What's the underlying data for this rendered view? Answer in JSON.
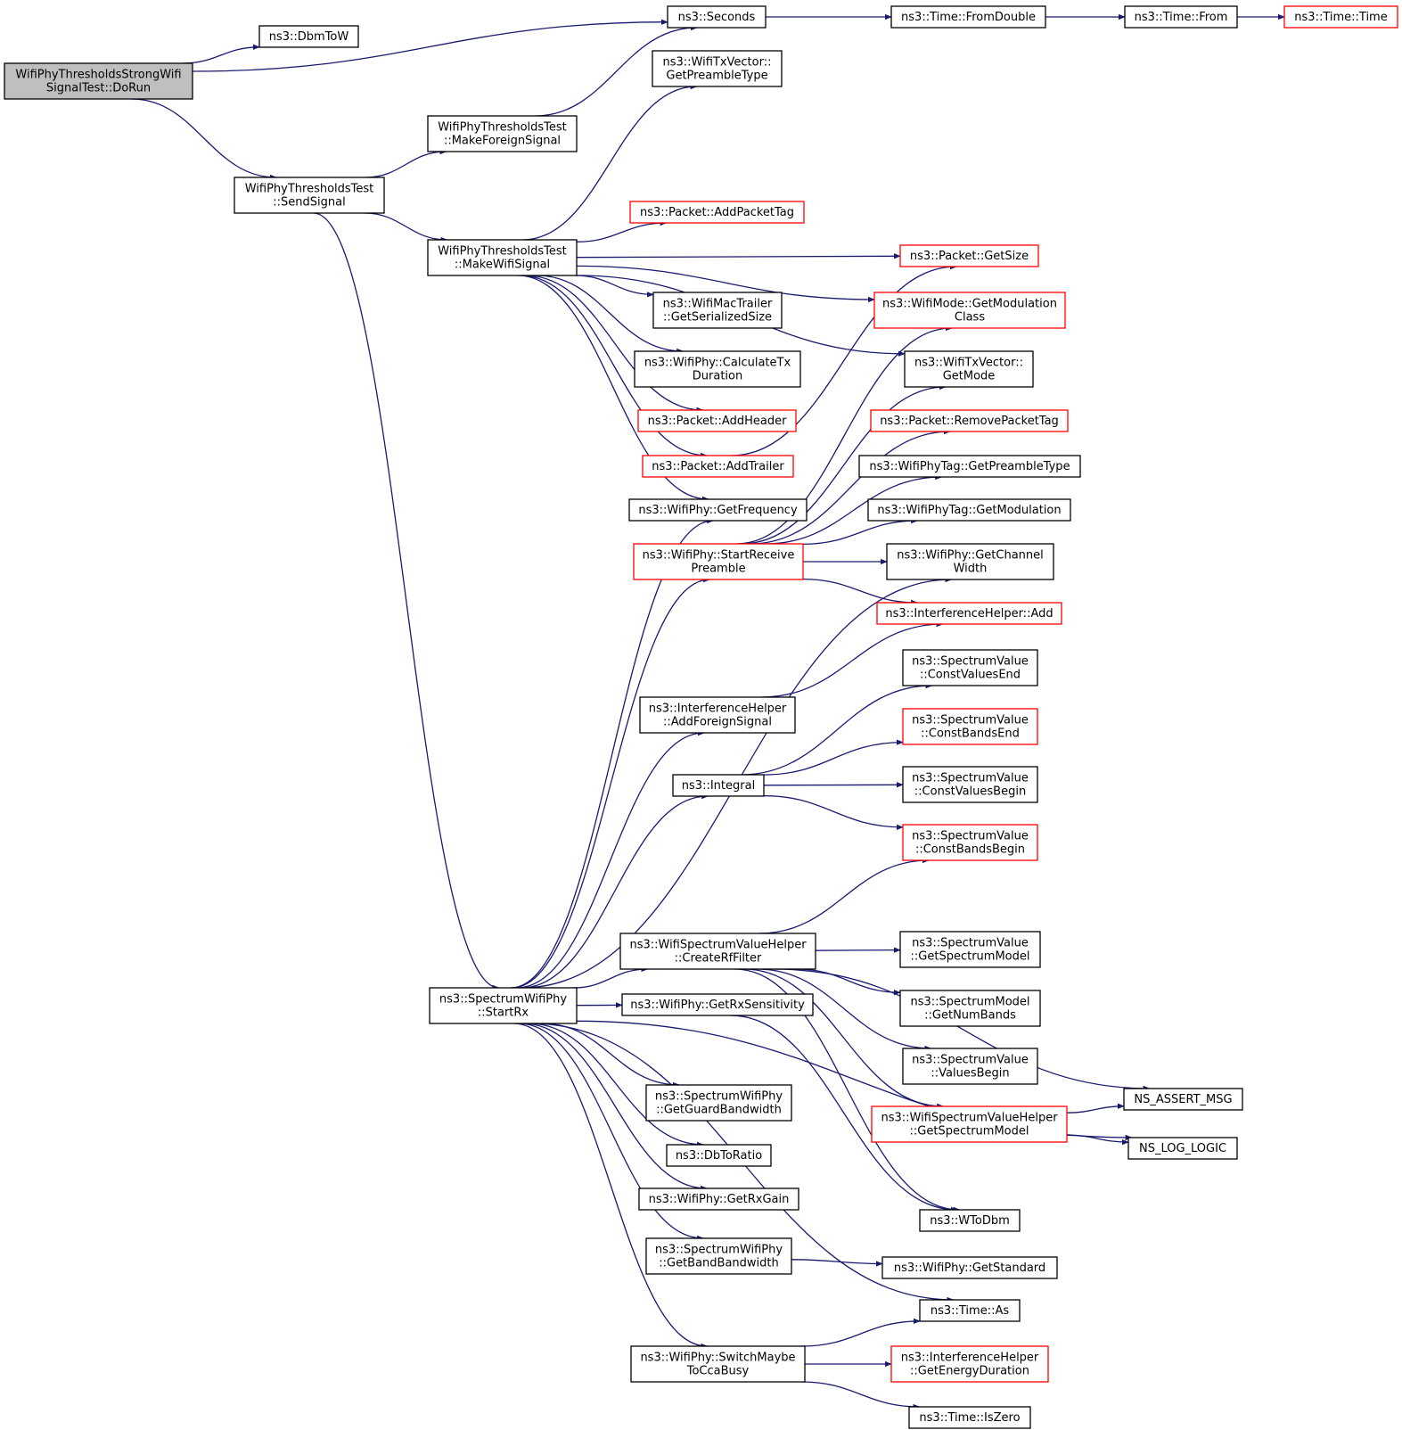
{
  "diagram": {
    "edge_color": "#191970",
    "highlight_color": "#ff0000",
    "root_fill": "#bfbfbf",
    "nodes": [
      {
        "id": "dorun",
        "lines": [
          "WifiPhyThresholdsStrongWifi",
          "SignalTest::DoRun"
        ],
        "style": "root"
      },
      {
        "id": "dbmtow",
        "lines": [
          "ns3::DbmToW"
        ],
        "style": "normal"
      },
      {
        "id": "seconds",
        "lines": [
          "ns3::Seconds"
        ],
        "style": "normal"
      },
      {
        "id": "fromdouble",
        "lines": [
          "ns3::Time::FromDouble"
        ],
        "style": "normal"
      },
      {
        "id": "timefrom",
        "lines": [
          "ns3::Time::From"
        ],
        "style": "normal"
      },
      {
        "id": "timetime",
        "lines": [
          "ns3::Time::Time"
        ],
        "style": "red"
      },
      {
        "id": "sendsignal",
        "lines": [
          "WifiPhyThresholdsTest",
          "::SendSignal"
        ],
        "style": "normal"
      },
      {
        "id": "makeforeign",
        "lines": [
          "WifiPhyThresholdsTest",
          "::MakeForeignSignal"
        ],
        "style": "normal"
      },
      {
        "id": "makewifi",
        "lines": [
          "WifiPhyThresholdsTest",
          "::MakeWifiSignal"
        ],
        "style": "normal"
      },
      {
        "id": "getpreambletype",
        "lines": [
          "ns3::WifiTxVector::",
          "GetPreambleType"
        ],
        "style": "normal"
      },
      {
        "id": "addpackettag",
        "lines": [
          "ns3::Packet::AddPacketTag"
        ],
        "style": "red"
      },
      {
        "id": "getsize",
        "lines": [
          "ns3::Packet::GetSize"
        ],
        "style": "red"
      },
      {
        "id": "getmodclass",
        "lines": [
          "ns3::WifiMode::GetModulation",
          "Class"
        ],
        "style": "red"
      },
      {
        "id": "macsersize",
        "lines": [
          "ns3::WifiMacTrailer",
          "::GetSerializedSize"
        ],
        "style": "normal"
      },
      {
        "id": "calctx",
        "lines": [
          "ns3::WifiPhy::CalculateTx",
          "Duration"
        ],
        "style": "normal"
      },
      {
        "id": "getmode",
        "lines": [
          "ns3::WifiTxVector::",
          "GetMode"
        ],
        "style": "normal"
      },
      {
        "id": "addheader",
        "lines": [
          "ns3::Packet::AddHeader"
        ],
        "style": "red"
      },
      {
        "id": "removepackettag",
        "lines": [
          "ns3::Packet::RemovePacketTag"
        ],
        "style": "red"
      },
      {
        "id": "addtrailer",
        "lines": [
          "ns3::Packet::AddTrailer"
        ],
        "style": "red"
      },
      {
        "id": "tagpreamble",
        "lines": [
          "ns3::WifiPhyTag::GetPreambleType"
        ],
        "style": "normal"
      },
      {
        "id": "getfrequency",
        "lines": [
          "ns3::WifiPhy::GetFrequency"
        ],
        "style": "normal"
      },
      {
        "id": "tagmodulation",
        "lines": [
          "ns3::WifiPhyTag::GetModulation"
        ],
        "style": "normal"
      },
      {
        "id": "startreceive",
        "lines": [
          "ns3::WifiPhy::StartReceive",
          "Preamble"
        ],
        "style": "red"
      },
      {
        "id": "getchannelwidth",
        "lines": [
          "ns3::WifiPhy::GetChannel",
          "Width"
        ],
        "style": "normal"
      },
      {
        "id": "interfadd",
        "lines": [
          "ns3::InterferenceHelper::Add"
        ],
        "style": "red"
      },
      {
        "id": "constvaluesend",
        "lines": [
          "ns3::SpectrumValue",
          "::ConstValuesEnd"
        ],
        "style": "normal"
      },
      {
        "id": "addforeign",
        "lines": [
          "ns3::InterferenceHelper",
          "::AddForeignSignal"
        ],
        "style": "normal"
      },
      {
        "id": "constbandsend",
        "lines": [
          "ns3::SpectrumValue",
          "::ConstBandsEnd"
        ],
        "style": "red"
      },
      {
        "id": "integral",
        "lines": [
          "ns3::Integral"
        ],
        "style": "normal"
      },
      {
        "id": "constvaluesbegin",
        "lines": [
          "ns3::SpectrumValue",
          "::ConstValuesBegin"
        ],
        "style": "normal"
      },
      {
        "id": "constbandsbegin",
        "lines": [
          "ns3::SpectrumValue",
          "::ConstBandsBegin"
        ],
        "style": "red"
      },
      {
        "id": "createrf",
        "lines": [
          "ns3::WifiSpectrumValueHelper",
          "::CreateRfFilter"
        ],
        "style": "normal"
      },
      {
        "id": "getspectrummodel",
        "lines": [
          "ns3::SpectrumValue",
          "::GetSpectrumModel"
        ],
        "style": "normal"
      },
      {
        "id": "startrx",
        "lines": [
          "ns3::SpectrumWifiPhy",
          "::StartRx"
        ],
        "style": "normal"
      },
      {
        "id": "getrxsens",
        "lines": [
          "ns3::WifiPhy::GetRxSensitivity"
        ],
        "style": "normal"
      },
      {
        "id": "getnumbands",
        "lines": [
          "ns3::SpectrumModel",
          "::GetNumBands"
        ],
        "style": "normal"
      },
      {
        "id": "valuesbegin",
        "lines": [
          "ns3::SpectrumValue",
          "::ValuesBegin"
        ],
        "style": "normal"
      },
      {
        "id": "guardbw",
        "lines": [
          "ns3::SpectrumWifiPhy",
          "::GetGuardBandwidth"
        ],
        "style": "normal"
      },
      {
        "id": "assertmsg",
        "lines": [
          "NS_ASSERT_MSG"
        ],
        "style": "normal"
      },
      {
        "id": "wsvh_getspectrum",
        "lines": [
          "ns3::WifiSpectrumValueHelper",
          "::GetSpectrumModel"
        ],
        "style": "red"
      },
      {
        "id": "dbtoratio",
        "lines": [
          "ns3::DbToRatio"
        ],
        "style": "normal"
      },
      {
        "id": "loglogic",
        "lines": [
          "NS_LOG_LOGIC"
        ],
        "style": "normal"
      },
      {
        "id": "getrxgain",
        "lines": [
          "ns3::WifiPhy::GetRxGain"
        ],
        "style": "normal"
      },
      {
        "id": "wtodbm",
        "lines": [
          "ns3::WToDbm"
        ],
        "style": "normal"
      },
      {
        "id": "bandbw",
        "lines": [
          "ns3::SpectrumWifiPhy",
          "::GetBandBandwidth"
        ],
        "style": "normal"
      },
      {
        "id": "getstandard",
        "lines": [
          "ns3::WifiPhy::GetStandard"
        ],
        "style": "normal"
      },
      {
        "id": "timeas",
        "lines": [
          "ns3::Time::As"
        ],
        "style": "normal"
      },
      {
        "id": "switchcca",
        "lines": [
          "ns3::WifiPhy::SwitchMaybe",
          "ToCcaBusy"
        ],
        "style": "normal"
      },
      {
        "id": "energyduration",
        "lines": [
          "ns3::InterferenceHelper",
          "::GetEnergyDuration"
        ],
        "style": "red"
      },
      {
        "id": "iszero",
        "lines": [
          "ns3::Time::IsZero"
        ],
        "style": "normal"
      }
    ],
    "edges": [
      [
        "dorun",
        "dbmtow"
      ],
      [
        "dorun",
        "seconds"
      ],
      [
        "dorun",
        "sendsignal"
      ],
      [
        "seconds",
        "fromdouble"
      ],
      [
        "fromdouble",
        "timefrom"
      ],
      [
        "timefrom",
        "timetime"
      ],
      [
        "sendsignal",
        "makeforeign"
      ],
      [
        "sendsignal",
        "makewifi"
      ],
      [
        "sendsignal",
        "startrx"
      ],
      [
        "makeforeign",
        "seconds"
      ],
      [
        "makewifi",
        "getpreambletype"
      ],
      [
        "makewifi",
        "getmodclass"
      ],
      [
        "makewifi",
        "getmode"
      ],
      [
        "makewifi",
        "addpackettag"
      ],
      [
        "makewifi",
        "getsize"
      ],
      [
        "makewifi",
        "macsersize"
      ],
      [
        "makewifi",
        "calctx"
      ],
      [
        "makewifi",
        "addheader"
      ],
      [
        "makewifi",
        "addtrailer"
      ],
      [
        "makewifi",
        "getfrequency"
      ],
      [
        "addtrailer",
        "getsize"
      ],
      [
        "startreceive",
        "getmodclass"
      ],
      [
        "startreceive",
        "getmode"
      ],
      [
        "startreceive",
        "removepackettag"
      ],
      [
        "startreceive",
        "tagpreamble"
      ],
      [
        "startreceive",
        "tagmodulation"
      ],
      [
        "startreceive",
        "getchannelwidth"
      ],
      [
        "startreceive",
        "interfadd"
      ],
      [
        "addforeign",
        "interfadd"
      ],
      [
        "integral",
        "constvaluesend"
      ],
      [
        "integral",
        "constbandsend"
      ],
      [
        "integral",
        "constvaluesbegin"
      ],
      [
        "integral",
        "constbandsbegin"
      ],
      [
        "createrf",
        "constbandsbegin"
      ],
      [
        "createrf",
        "assertmsg"
      ],
      [
        "createrf",
        "getspectrummodel"
      ],
      [
        "createrf",
        "getnumbands"
      ],
      [
        "createrf",
        "valuesbegin"
      ],
      [
        "createrf",
        "wsvh_getspectrum"
      ],
      [
        "createrf",
        "wtodbm"
      ],
      [
        "wsvh_getspectrum",
        "assertmsg"
      ],
      [
        "wsvh_getspectrum",
        "loglogic"
      ],
      [
        "getrxsens",
        "wtodbm"
      ],
      [
        "startrx",
        "getfrequency"
      ],
      [
        "startrx",
        "startreceive"
      ],
      [
        "startrx",
        "getchannelwidth"
      ],
      [
        "startrx",
        "addforeign"
      ],
      [
        "startrx",
        "integral"
      ],
      [
        "startrx",
        "createrf"
      ],
      [
        "startrx",
        "getrxsens"
      ],
      [
        "startrx",
        "loglogic"
      ],
      [
        "startrx",
        "guardbw"
      ],
      [
        "startrx",
        "dbtoratio"
      ],
      [
        "startrx",
        "getrxgain"
      ],
      [
        "startrx",
        "bandbw"
      ],
      [
        "startrx",
        "timeas"
      ],
      [
        "startrx",
        "switchcca"
      ],
      [
        "bandbw",
        "getstandard"
      ],
      [
        "switchcca",
        "timeas"
      ],
      [
        "switchcca",
        "energyduration"
      ],
      [
        "switchcca",
        "iszero"
      ]
    ]
  }
}
